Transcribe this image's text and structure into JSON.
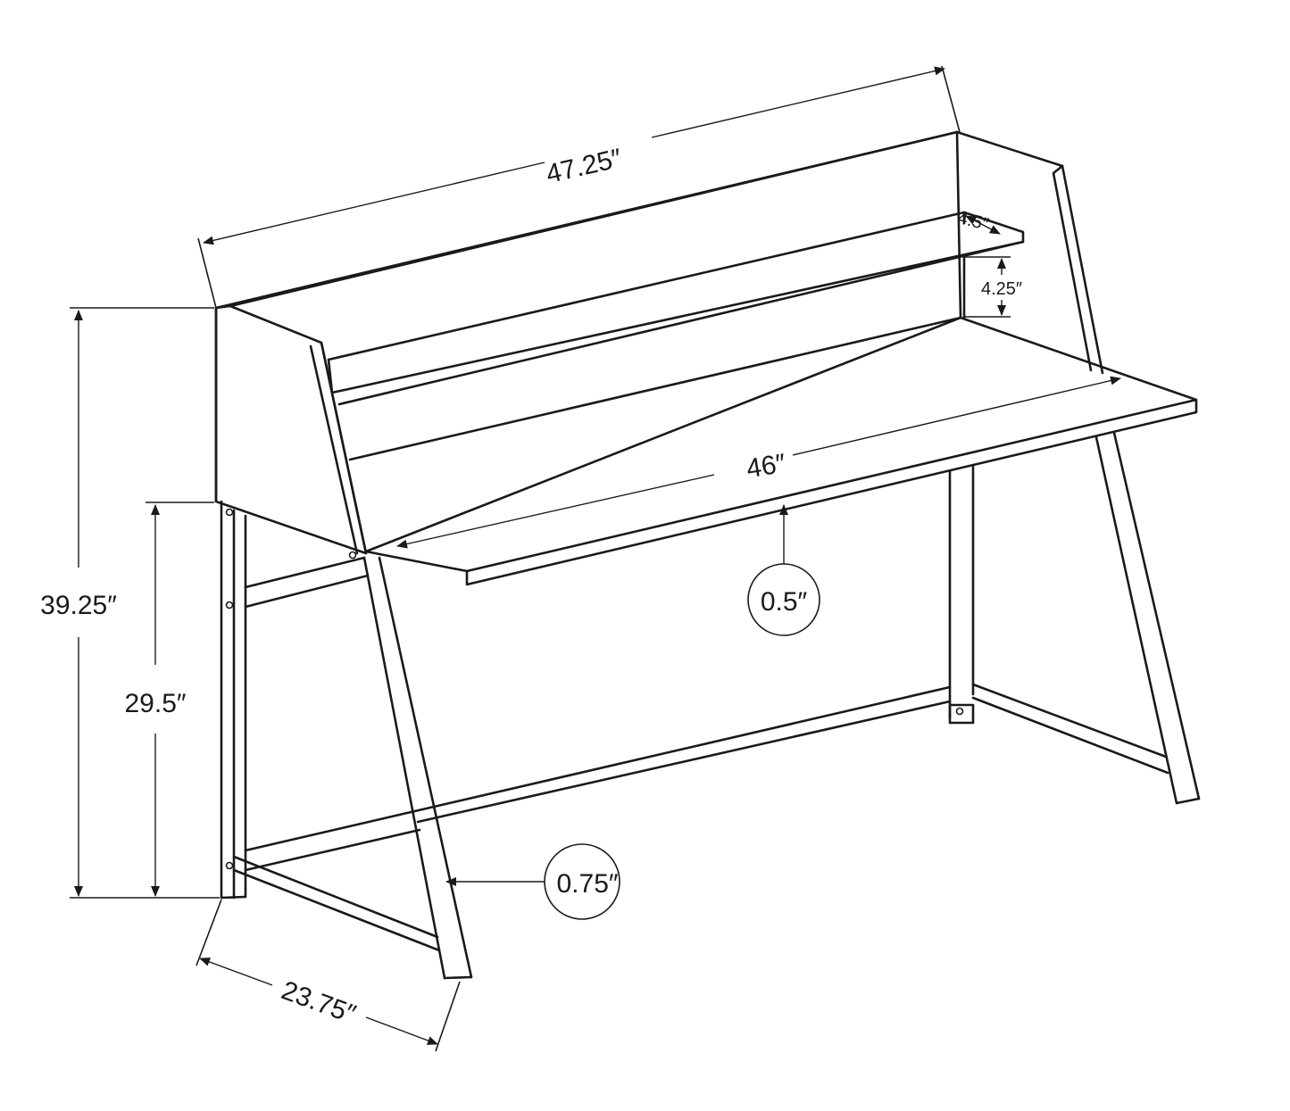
{
  "dimensions": {
    "overall_width": "47.25″",
    "desktop_width": "46″",
    "shelf_depth": "4.5″",
    "shelf_height": "4.25″",
    "overall_height": "39.25″",
    "desk_height": "29.5″",
    "depth": "23.75″",
    "desktop_thickness": "0.5″",
    "leg_thickness": "0.75″"
  }
}
